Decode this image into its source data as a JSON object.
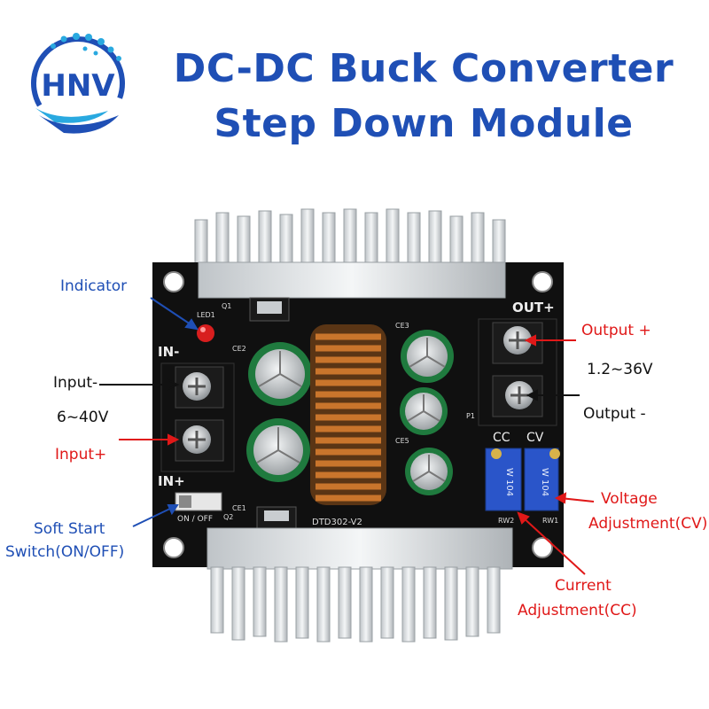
{
  "brand": {
    "logo_text": "HNV",
    "color": "#1f4fb5"
  },
  "title": {
    "line1": "DC-DC Buck Converter",
    "line2": "Step Down Module"
  },
  "board_silkscreen": {
    "out_plus": "OUT+",
    "in_minus": "IN-",
    "in_plus": "IN+",
    "switch": "ON / OFF",
    "model": "DTD302-V2",
    "cc": "CC",
    "cv": "CV",
    "led": "LED1",
    "q1": "Q1",
    "q2": "Q2",
    "ce1": "CE1",
    "ce2": "CE2",
    "ce3": "CE3",
    "ce5": "CE5",
    "rw1": "RW1",
    "rw2": "RW2",
    "pot_marking": "W 104",
    "p1": "P1"
  },
  "labels": {
    "indicator": "Indicator",
    "input_minus": "Input-",
    "input_range": "6~40V",
    "input_plus": "Input+",
    "soft_start_1": "Soft Start",
    "soft_start_2": "Switch(ON/OFF)",
    "output_plus": "Output +",
    "output_range": "1.2~36V",
    "output_minus": "Output -",
    "voltage_1": "Voltage",
    "voltage_2": "Adjustment(CV)",
    "current_1": "Current",
    "current_2": "Adjustment(CC)"
  },
  "colors": {
    "title": "#1f4fb5",
    "label_blue": "#1f4fb5",
    "label_red": "#e01818",
    "pcb": "#101010"
  }
}
